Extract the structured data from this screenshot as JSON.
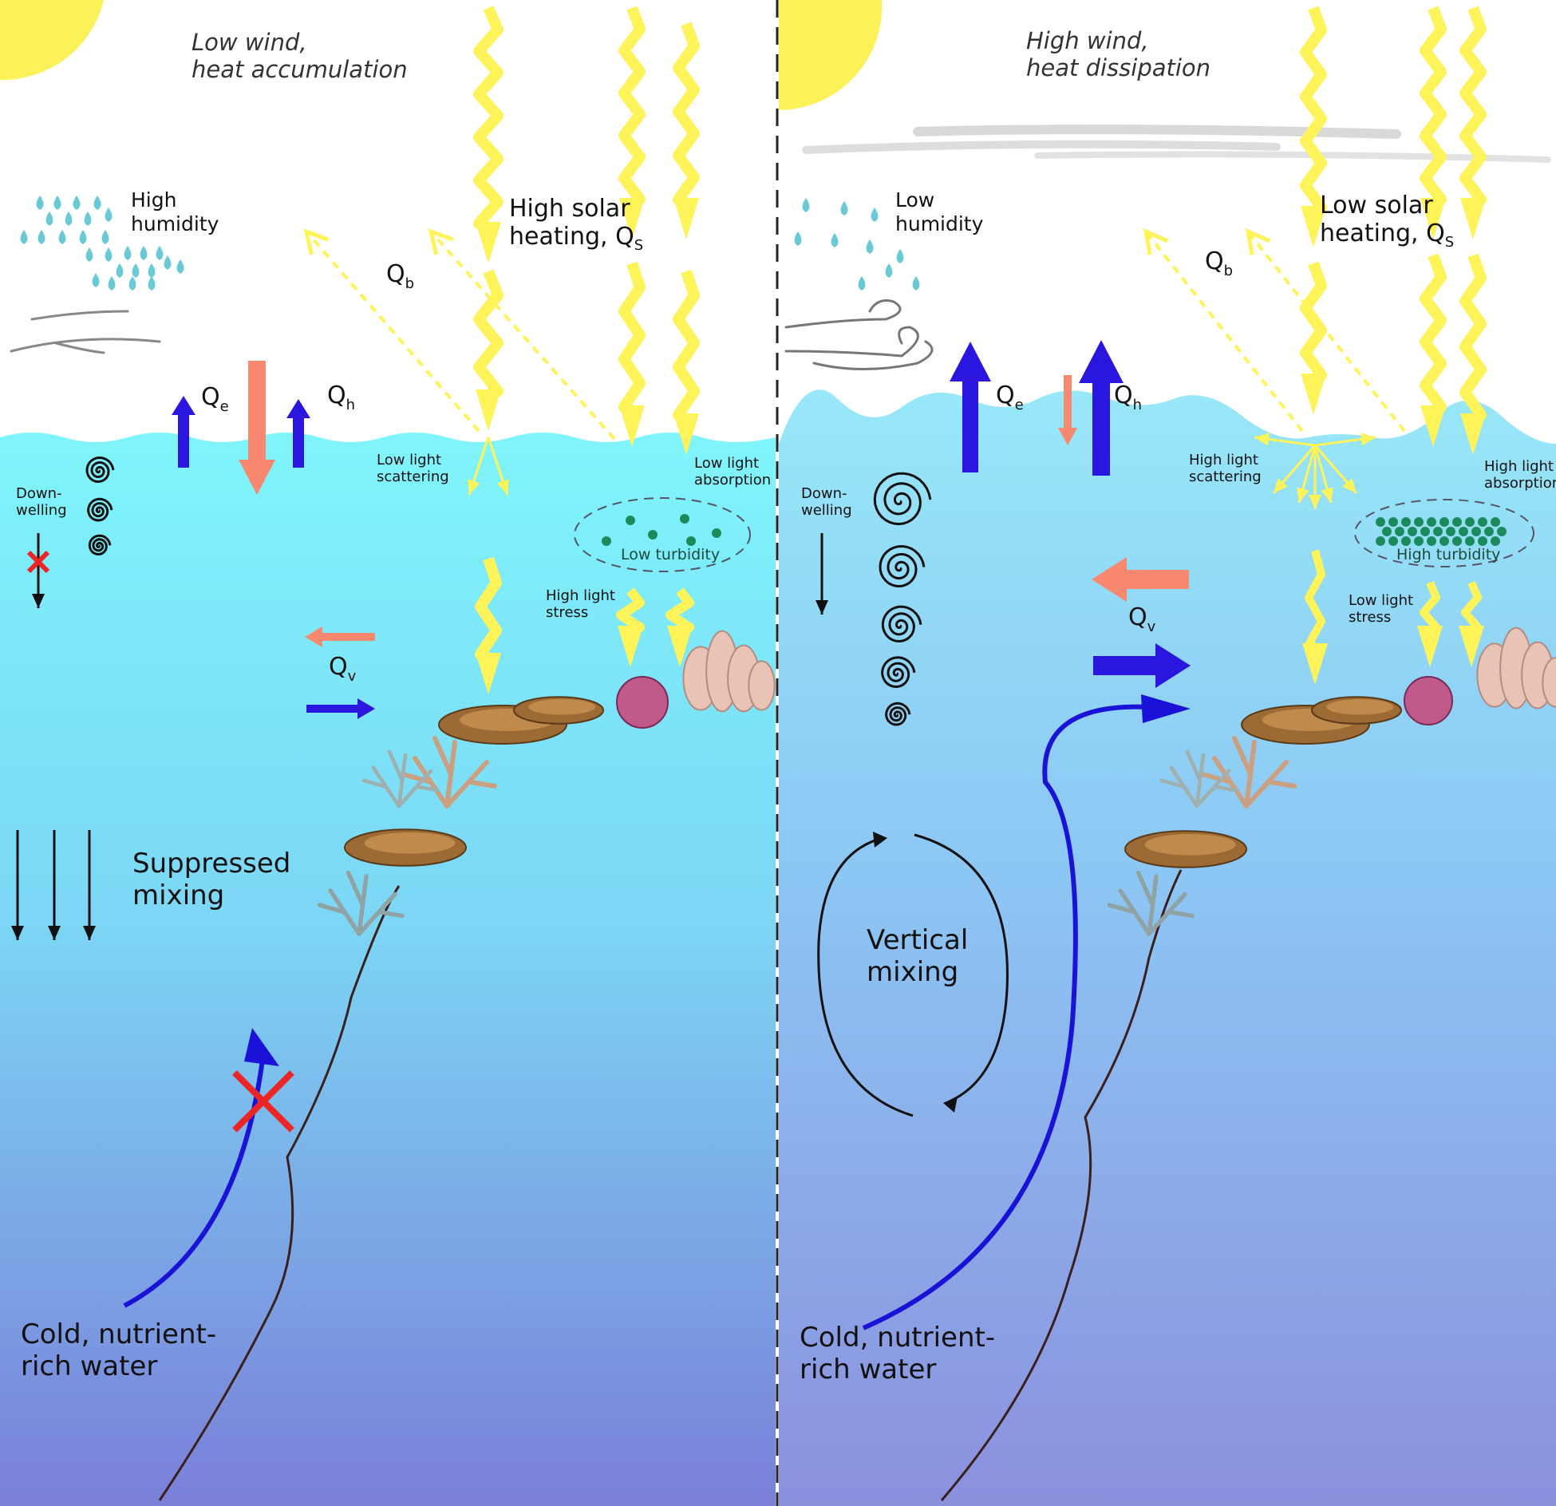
{
  "colors": {
    "sky": "#ffffff",
    "sun": "#fbf25a",
    "sunlight": "#fff35a",
    "water_left_top": "#7ff5fb",
    "water_left_bottom": "#7a7fd8",
    "water_right_top": "#97e8f8",
    "water_right_bottom": "#8b90dd",
    "heat_flux_up": "#2b16e0",
    "heat_flux_down": "#f98870",
    "droplets": "#69cad6",
    "turbidity": "#1d8a5c",
    "cross": "#ec2626",
    "nutrient_current": "#1b12d8"
  },
  "left_panel": {
    "weather": [
      "Low wind,",
      "heat accumulation"
    ],
    "humidity": [
      "High",
      "humidity"
    ],
    "solar": {
      "line1": "High solar",
      "line2": "heating, Q",
      "sub": "S"
    },
    "qb": {
      "main": "Q",
      "sub": "b"
    },
    "qe": {
      "main": "Q",
      "sub": "e"
    },
    "qh": {
      "main": "Q",
      "sub": "h"
    },
    "qv": {
      "main": "Q",
      "sub": "v"
    },
    "scattering": [
      "Low light",
      "scattering"
    ],
    "absorption": [
      "Low light",
      "absorption"
    ],
    "turbidity": "Low turbidity",
    "stress": [
      "High light",
      "stress"
    ],
    "downwelling": [
      "Down-",
      "welling"
    ],
    "mixing": [
      "Suppressed",
      "mixing"
    ],
    "cold_water": [
      "Cold, nutrient-",
      "rich water"
    ]
  },
  "right_panel": {
    "weather": [
      "High wind,",
      "heat dissipation"
    ],
    "humidity": [
      "Low",
      "humidity"
    ],
    "solar": {
      "line1": "Low solar",
      "line2": "heating, Q",
      "sub": "S"
    },
    "qb": {
      "main": "Q",
      "sub": "b"
    },
    "qe": {
      "main": "Q",
      "sub": "e"
    },
    "qh": {
      "main": "Q",
      "sub": "h"
    },
    "qv": {
      "main": "Q",
      "sub": "v"
    },
    "scattering": [
      "High light",
      "scattering"
    ],
    "absorption": [
      "High light",
      "absorption"
    ],
    "turbidity": "High turbidity",
    "stress": [
      "Low light",
      "stress"
    ],
    "downwelling": [
      "Down-",
      "welling"
    ],
    "mixing": [
      "Vertical",
      "mixing"
    ],
    "cold_water": [
      "Cold, nutrient-",
      "rich water"
    ]
  }
}
